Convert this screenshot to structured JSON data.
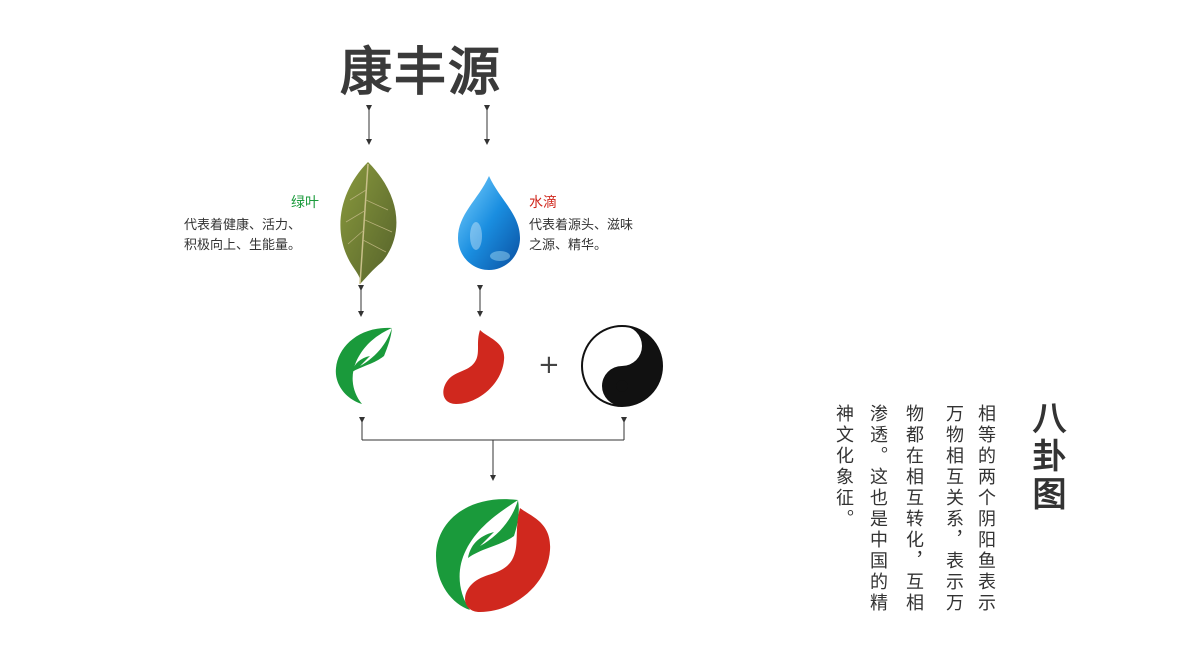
{
  "title": "康丰源",
  "leaf": {
    "label": "绿叶",
    "desc_line1": "代表着健康、活力、",
    "desc_line2": "积极向上、生能量。"
  },
  "drop": {
    "label": "水滴",
    "desc_line1": "代表着源头、滋味",
    "desc_line2": "之源、精华。"
  },
  "plus": "+",
  "bagua": {
    "title": "八卦图",
    "columns": [
      "相等的两个阴阳鱼表示",
      "万物相互关系，表示万",
      "物都在相互转化，互相",
      "渗透。这也是中国的精",
      "神文化象征。"
    ]
  },
  "icons": [
    "leaf-icon",
    "water-drop-icon",
    "green-leaf-logo-icon",
    "red-drop-logo-icon",
    "yin-yang-icon",
    "combined-logo-icon"
  ],
  "colors": {
    "green": "#1a9a3b",
    "red": "#d0281e",
    "title": "#3a3a3a"
  }
}
